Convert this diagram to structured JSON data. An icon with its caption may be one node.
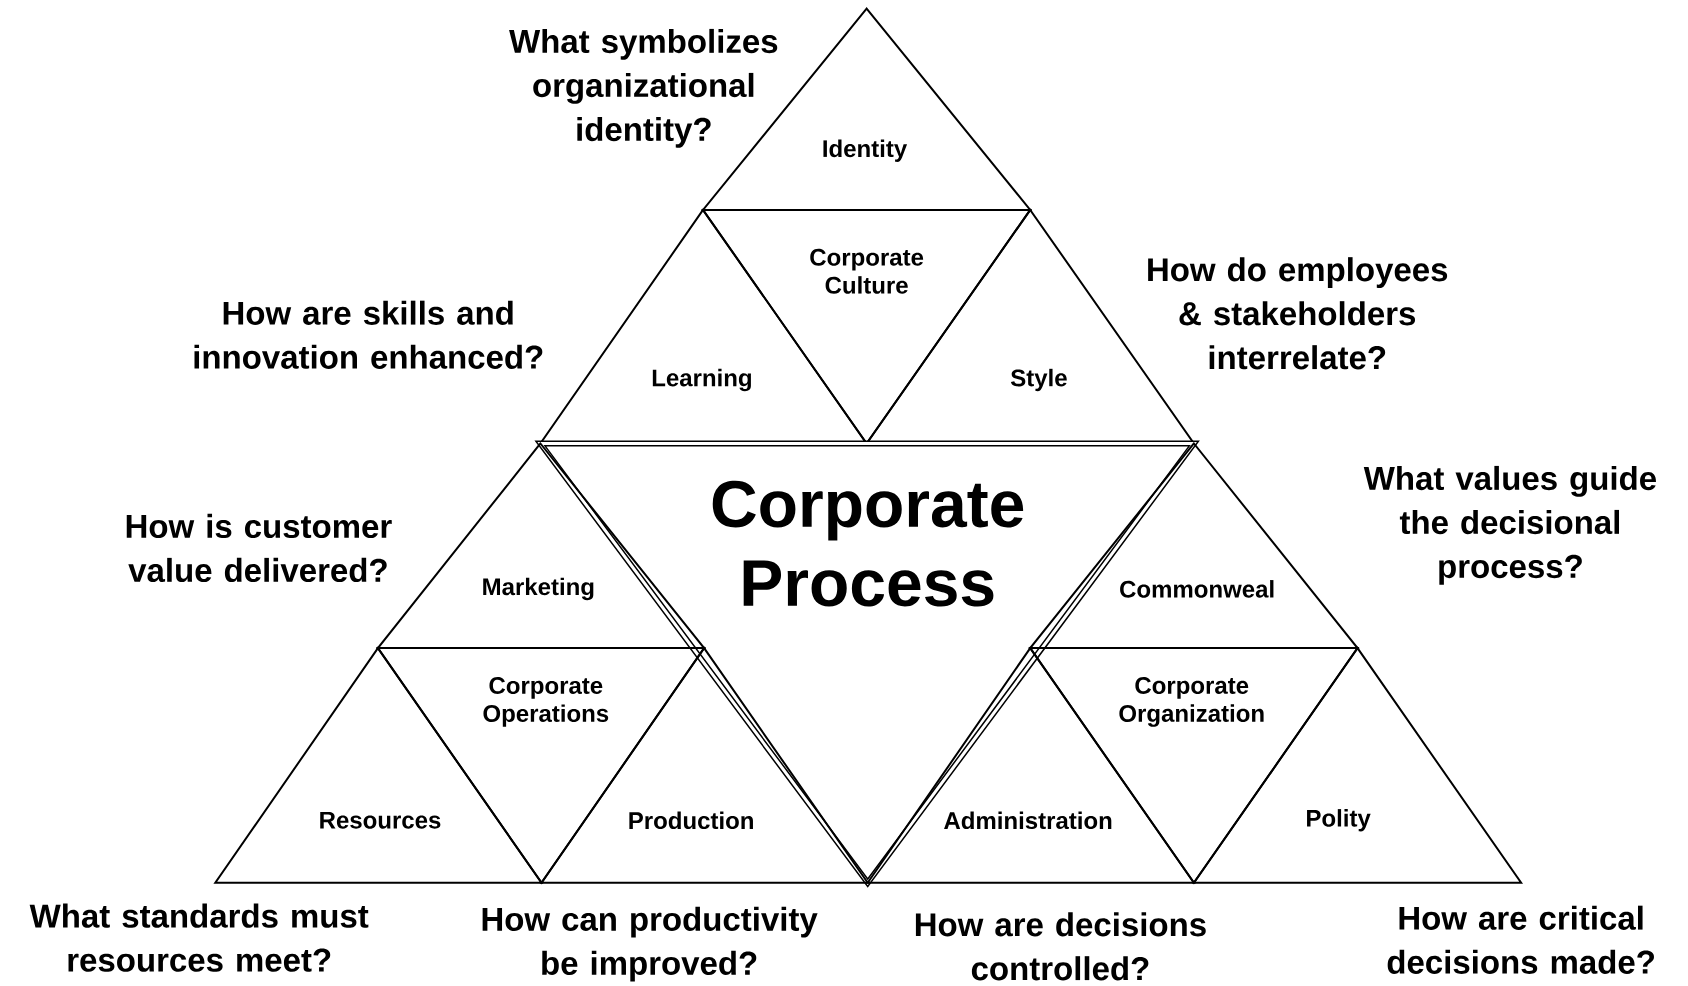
{
  "diagram": {
    "nodes": [
      {
        "text": [
          "Identity"
        ]
      },
      {
        "text": [
          "Corporate Culture"
        ]
      },
      {
        "text": [
          "Learning"
        ]
      },
      {
        "text": [
          "Style"
        ]
      },
      {
        "text": [
          "Corporate Process"
        ]
      },
      {
        "text": [
          "Marketing"
        ]
      },
      {
        "text": [
          "Corporate Operations"
        ]
      },
      {
        "text": [
          "Resources"
        ]
      },
      {
        "text": [
          "Production"
        ]
      },
      {
        "text": [
          "Commonweal"
        ]
      },
      {
        "text": [
          "Corporate Organization"
        ]
      },
      {
        "text": [
          "Administration"
        ]
      },
      {
        "text": [
          "Polity"
        ]
      }
    ],
    "edges": [],
    "labels": [
      "What symbolizes organizational identity?",
      "How do employees & stakeholders interrelate?",
      "How are skills and innovation enhanced?",
      "What values guide the decisional process?",
      "How is customer value delivered?",
      "What standards must resources meet?",
      "How can productivity be improved?",
      "How are decisions controlled?",
      "How are critical decisions made?"
    ]
  }
}
